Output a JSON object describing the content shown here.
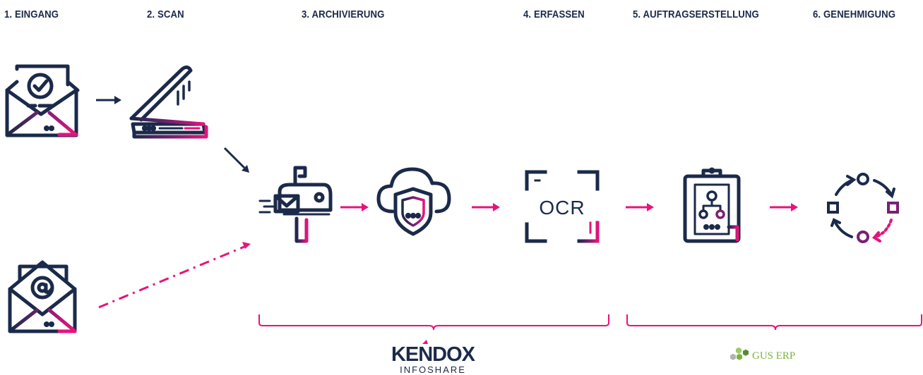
{
  "steps": [
    {
      "label": "1. EINGANG"
    },
    {
      "label": "2. SCAN"
    },
    {
      "label": "3. ARCHIVIERUNG"
    },
    {
      "label": "4. ERFASSEN"
    },
    {
      "label": "5. AUFTRAGSERSTELLUNG"
    },
    {
      "label": "6. GENEHMIGUNG"
    }
  ],
  "icons": {
    "ocr_text": "OCR"
  },
  "logos": {
    "kendox_main": "KENDOX",
    "kendox_sub": "INFOSHARE",
    "gus_erp": "GUS ERP"
  },
  "colors": {
    "navy": "#1b2a4a",
    "magenta": "#e6137b",
    "purple": "#7b1f73",
    "gus_green": "#7cb342"
  }
}
